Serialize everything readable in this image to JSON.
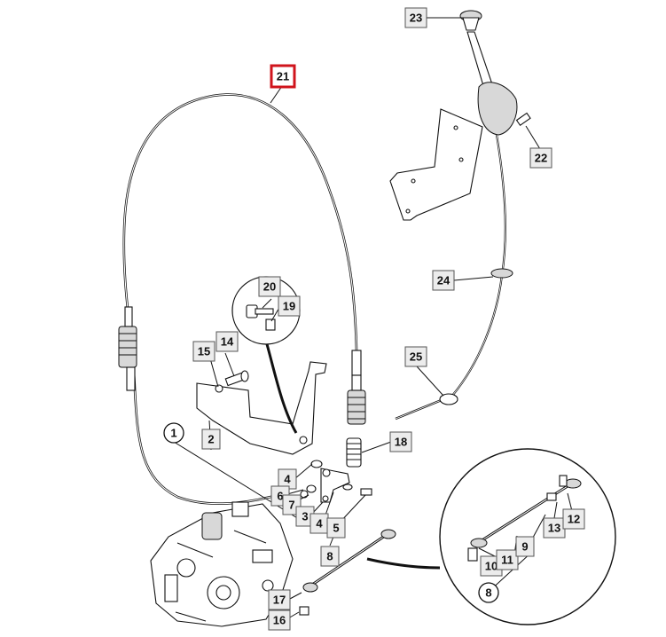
{
  "callouts": [
    {
      "id": "c1",
      "label": "1",
      "shape": "circle"
    },
    {
      "id": "c2",
      "label": "2",
      "shape": "box"
    },
    {
      "id": "c3",
      "label": "3",
      "shape": "box"
    },
    {
      "id": "c4a",
      "label": "4",
      "shape": "box"
    },
    {
      "id": "c4b",
      "label": "4",
      "shape": "box"
    },
    {
      "id": "c5",
      "label": "5",
      "shape": "box"
    },
    {
      "id": "c6",
      "label": "6",
      "shape": "box"
    },
    {
      "id": "c7",
      "label": "7",
      "shape": "box"
    },
    {
      "id": "c8a",
      "label": "8",
      "shape": "box"
    },
    {
      "id": "c8b",
      "label": "8",
      "shape": "circle"
    },
    {
      "id": "c9",
      "label": "9",
      "shape": "box"
    },
    {
      "id": "c10",
      "label": "10",
      "shape": "box"
    },
    {
      "id": "c11",
      "label": "11",
      "shape": "box"
    },
    {
      "id": "c12",
      "label": "12",
      "shape": "box"
    },
    {
      "id": "c13",
      "label": "13",
      "shape": "box"
    },
    {
      "id": "c14",
      "label": "14",
      "shape": "box"
    },
    {
      "id": "c15",
      "label": "15",
      "shape": "box"
    },
    {
      "id": "c16",
      "label": "16",
      "shape": "box"
    },
    {
      "id": "c17",
      "label": "17",
      "shape": "box"
    },
    {
      "id": "c18",
      "label": "18",
      "shape": "box"
    },
    {
      "id": "c19",
      "label": "19",
      "shape": "box"
    },
    {
      "id": "c20",
      "label": "20",
      "shape": "box"
    },
    {
      "id": "c21",
      "label": "21",
      "shape": "box",
      "highlighted": true
    },
    {
      "id": "c22",
      "label": "22",
      "shape": "box"
    },
    {
      "id": "c23",
      "label": "23",
      "shape": "box"
    },
    {
      "id": "c24",
      "label": "24",
      "shape": "box"
    },
    {
      "id": "c25",
      "label": "25",
      "shape": "box"
    }
  ],
  "colors": {
    "line": "#111111",
    "callout_fill": "#ececec",
    "highlight_border": "#d0141c",
    "background": "#ffffff"
  }
}
